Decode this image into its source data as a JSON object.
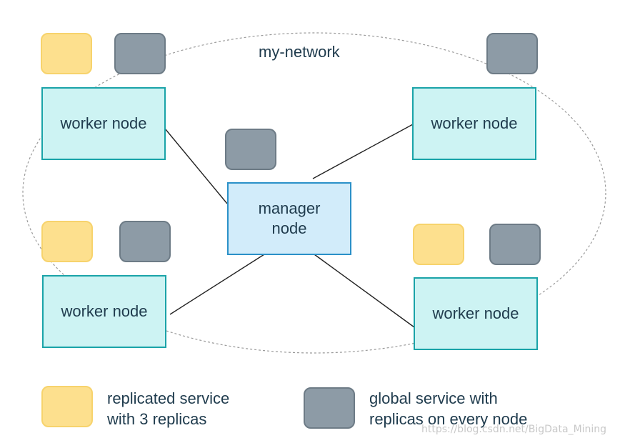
{
  "network": {
    "label": "my-network"
  },
  "nodes": {
    "worker_top_left": "worker node",
    "worker_top_right": "worker node",
    "worker_bottom_left": "worker node",
    "worker_bottom_right": "worker node",
    "manager": "manager\nnode"
  },
  "legend": {
    "replicated": "replicated service\nwith 3 replicas",
    "global": "global service with\nreplicas on every node"
  },
  "watermark": "https://blog.csdn.net/BigData_Mining",
  "colors": {
    "replicated_task": "#fde08e",
    "global_task": "#8d9ba6",
    "worker_fill": "#cdf3f3",
    "worker_border": "#1aa3a8",
    "manager_fill": "#d2ecfa",
    "manager_border": "#2a90c8"
  }
}
